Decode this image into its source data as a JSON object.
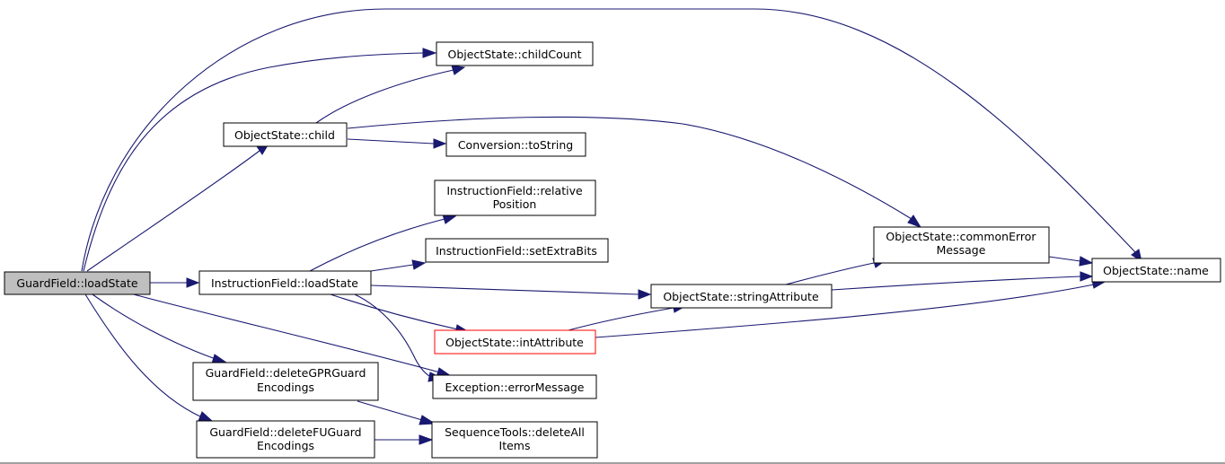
{
  "colors": {
    "edge": "#191970",
    "node_border": "#000000",
    "current_node_fill": "#bfbfbf",
    "broken_node_border": "#ff0000"
  },
  "nodes": {
    "guard_load_state": {
      "lines": [
        "GuardField::loadState"
      ]
    },
    "child_count": {
      "lines": [
        "ObjectState::childCount"
      ]
    },
    "child": {
      "lines": [
        "ObjectState::child"
      ]
    },
    "to_string": {
      "lines": [
        "Conversion::toString"
      ]
    },
    "relative_position": {
      "lines": [
        "InstructionField::relative",
        "Position"
      ]
    },
    "set_extra_bits": {
      "lines": [
        "InstructionField::setExtraBits"
      ]
    },
    "instr_load_state": {
      "lines": [
        "InstructionField::loadState"
      ]
    },
    "common_error_message": {
      "lines": [
        "ObjectState::commonError",
        "Message"
      ]
    },
    "name": {
      "lines": [
        "ObjectState::name"
      ]
    },
    "string_attribute": {
      "lines": [
        "ObjectState::stringAttribute"
      ]
    },
    "int_attribute": {
      "lines": [
        "ObjectState::intAttribute"
      ]
    },
    "delete_gpr_guard": {
      "lines": [
        "GuardField::deleteGPRGuard",
        "Encodings"
      ]
    },
    "error_message": {
      "lines": [
        "Exception::errorMessage"
      ]
    },
    "delete_fu_guard": {
      "lines": [
        "GuardField::deleteFUGuard",
        "Encodings"
      ]
    },
    "delete_all_items": {
      "lines": [
        "SequenceTools::deleteAll",
        "Items"
      ]
    }
  }
}
